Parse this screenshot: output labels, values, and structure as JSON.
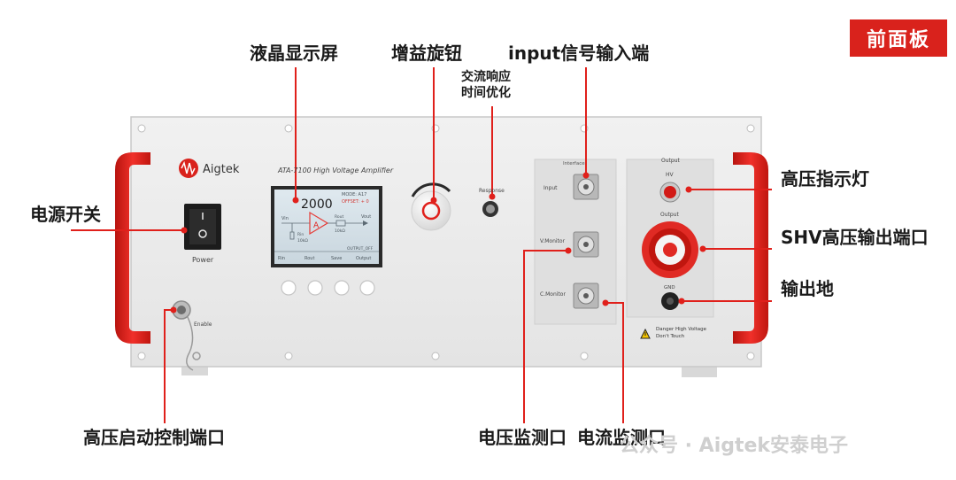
{
  "badge": "前面板",
  "brand": "Aigtek",
  "model_label": "ATA-7100 High Voltage Amplifier",
  "power_label": "Power",
  "enable_label": "Enable",
  "response_label": "Response",
  "interface_label": "Interface",
  "input_label": "Input",
  "vmonitor_label": "V.Monitor",
  "cmonitor_label": "C.Monitor",
  "output_title": "Output",
  "hv_label": "HV",
  "output_label": "Output",
  "gnd_label": "GND",
  "danger_line1": "Danger High Voltage",
  "danger_line2": "Don't Touch",
  "lcd": {
    "value": "2000",
    "mode": "MODE: A17",
    "offset": "OFFSET: + 0",
    "vin": "Vin",
    "rin": "Rin",
    "rin_val": "10kΩ",
    "rout": "Rout",
    "rout_val": "10kΩ",
    "vout": "Vout",
    "amp": "A",
    "status": "OUTPUT_OFF",
    "softkeys": [
      "Rin",
      "Rout",
      "Save",
      "Output"
    ]
  },
  "callouts": {
    "lcd": "液晶显示屏",
    "gain": "增益旋钮",
    "input": "input信号输入端",
    "ac_line1": "交流响应",
    "ac_line2": "时间优化",
    "power_switch": "电源开关",
    "hv_indicator": "高压指示灯",
    "shv": "SHV高压输出端口",
    "gnd": "输出地",
    "hv_enable": "高压启动控制端口",
    "vmon": "电压监测口",
    "cmon": "电流监测口"
  },
  "watermark": "公众号 · Aigtek安泰电子",
  "colors": {
    "accent": "#e0201b",
    "panel": "#ececec",
    "dark": "#1a1a1a"
  }
}
